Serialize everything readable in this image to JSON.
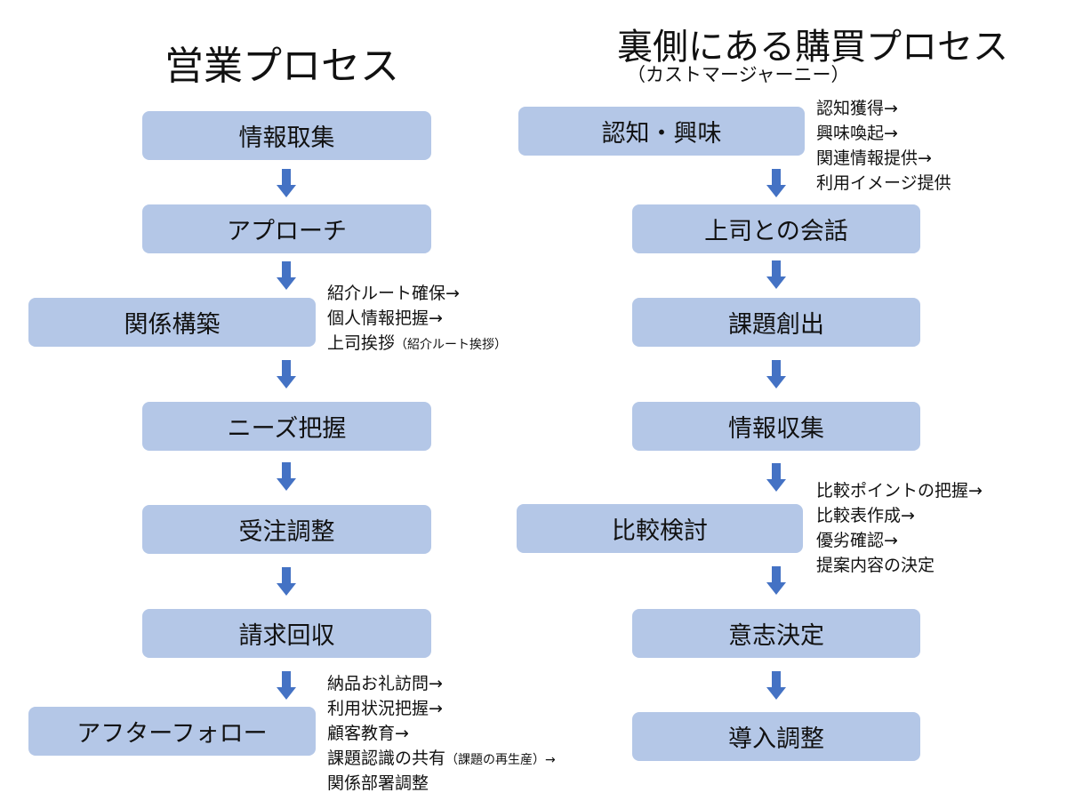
{
  "left": {
    "title": "営業プロセス",
    "steps": [
      "情報取集",
      "アプローチ",
      "関係構築",
      "ニーズ把握",
      "受注調整",
      "請求回収",
      "アフターフォロー"
    ],
    "notes_relationship": [
      "紹介ルート確保→",
      "個人情報把握→",
      "上司挨拶"
    ],
    "notes_relationship_small": "（紹介ルート挨拶）",
    "notes_after": [
      "納品お礼訪問→",
      "利用状況把握→",
      "顧客教育→",
      "課題認識の共有",
      "関係部署調整"
    ],
    "notes_after_small": "（課題の再生産）→"
  },
  "right": {
    "title": "裏側にある購買プロセス",
    "subtitle": "（カストマージャーニー）",
    "steps": [
      "認知・興味",
      "上司との会話",
      "課題創出",
      "情報収集",
      "比較検討",
      "意志決定",
      "導入調整"
    ],
    "notes_awareness": [
      "認知獲得→",
      "興味喚起→",
      "関連情報提供→",
      "利用イメージ提供"
    ],
    "notes_compare": [
      "比較ポイントの把握→",
      "比較表作成→",
      "優劣確認→",
      "提案内容の決定"
    ]
  },
  "colors": {
    "box": "#b4c7e7",
    "arrow": "#4472c4"
  }
}
